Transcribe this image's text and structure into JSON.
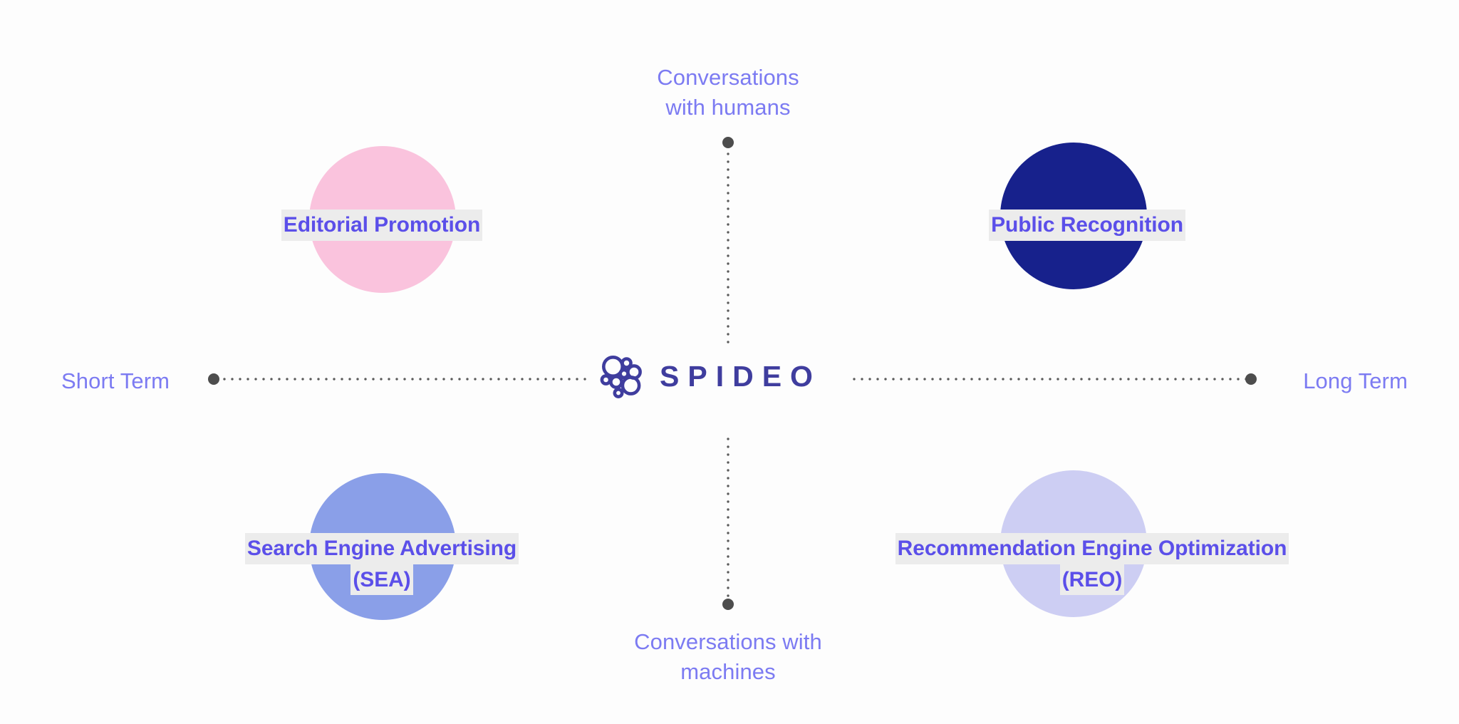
{
  "diagram": {
    "title": "Spideo visibility quadrant",
    "background_color": "#FDFDFD"
  },
  "brand": {
    "name": "SPIDEO",
    "logo_icon": "spideo-bubbles-logo",
    "logo_color": "#3F3D9E"
  },
  "axes": {
    "horizontal": {
      "left_label": "Short Term",
      "right_label": "Long Term",
      "color": "#7C7BF2",
      "line_style": "dotted",
      "dot_color": "#4D4D4D"
    },
    "vertical": {
      "top_label_line1": "Conversations",
      "top_label_line2": "with humans",
      "bottom_label_line1": "Conversations with",
      "bottom_label_line2": "machines",
      "color": "#7C7BF2",
      "line_style": "dotted",
      "dot_color": "#4D4D4D"
    }
  },
  "quadrants": [
    {
      "id": "editorial-promotion",
      "position": "top-left",
      "line1": "Editorial Promotion",
      "line2": "",
      "bubble_color": "#FAC3DD",
      "text_color": "#5B4FE9",
      "highlight_color": "#ECECEC"
    },
    {
      "id": "public-recognition",
      "position": "top-right",
      "line1": "Public Recognition",
      "line2": "",
      "bubble_color": "#17218C",
      "text_color": "#5B4FE9",
      "highlight_color": "#ECECEC"
    },
    {
      "id": "search-engine-advertising",
      "position": "bottom-left",
      "line1": "Search Engine Advertising",
      "line2": "(SEA)",
      "bubble_color": "#8A9FE8",
      "text_color": "#5B4FE9",
      "highlight_color": "#ECECEC"
    },
    {
      "id": "recommendation-engine-optimization",
      "position": "bottom-right",
      "line1": "Recommendation Engine Optimization",
      "line2": "(REO)",
      "bubble_color": "#CDCEF3",
      "text_color": "#5B4FE9",
      "highlight_color": "#ECECEC"
    }
  ]
}
